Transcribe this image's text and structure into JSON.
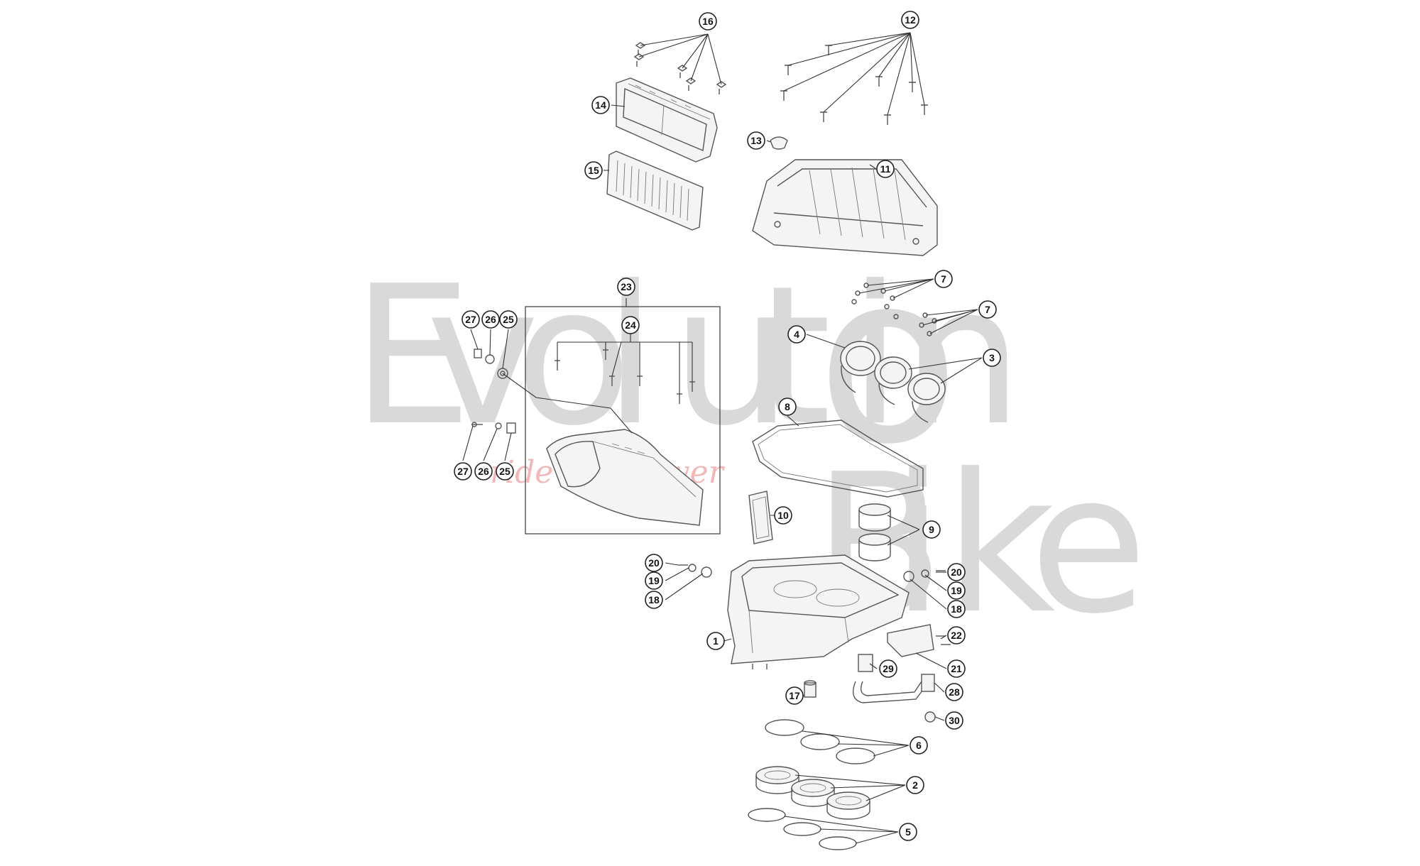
{
  "watermark": {
    "brand_letters": [
      "E",
      "v",
      "o",
      "l",
      "u",
      "t",
      "i",
      "o",
      "n"
    ],
    "brand_word2": [
      "B",
      "i",
      "k",
      "e"
    ],
    "tagline": "ride the power"
  },
  "callouts": {
    "c1": "1",
    "c2": "2",
    "c3": "3",
    "c4": "4",
    "c5": "5",
    "c6": "6",
    "c7a": "7",
    "c7b": "7",
    "c8": "8",
    "c9": "9",
    "c10": "10",
    "c11": "11",
    "c12": "12",
    "c13": "13",
    "c14": "14",
    "c15": "15",
    "c16": "16",
    "c17": "17",
    "c18a": "18",
    "c18b": "18",
    "c19a": "19",
    "c19b": "19",
    "c20a": "20",
    "c20b": "20",
    "c21": "21",
    "c22": "22",
    "c23": "23",
    "c24": "24",
    "c25a": "25",
    "c25b": "25",
    "c26a": "26",
    "c26b": "26",
    "c27a": "27",
    "c27b": "27",
    "c28": "28",
    "c29": "29",
    "c30": "30"
  }
}
